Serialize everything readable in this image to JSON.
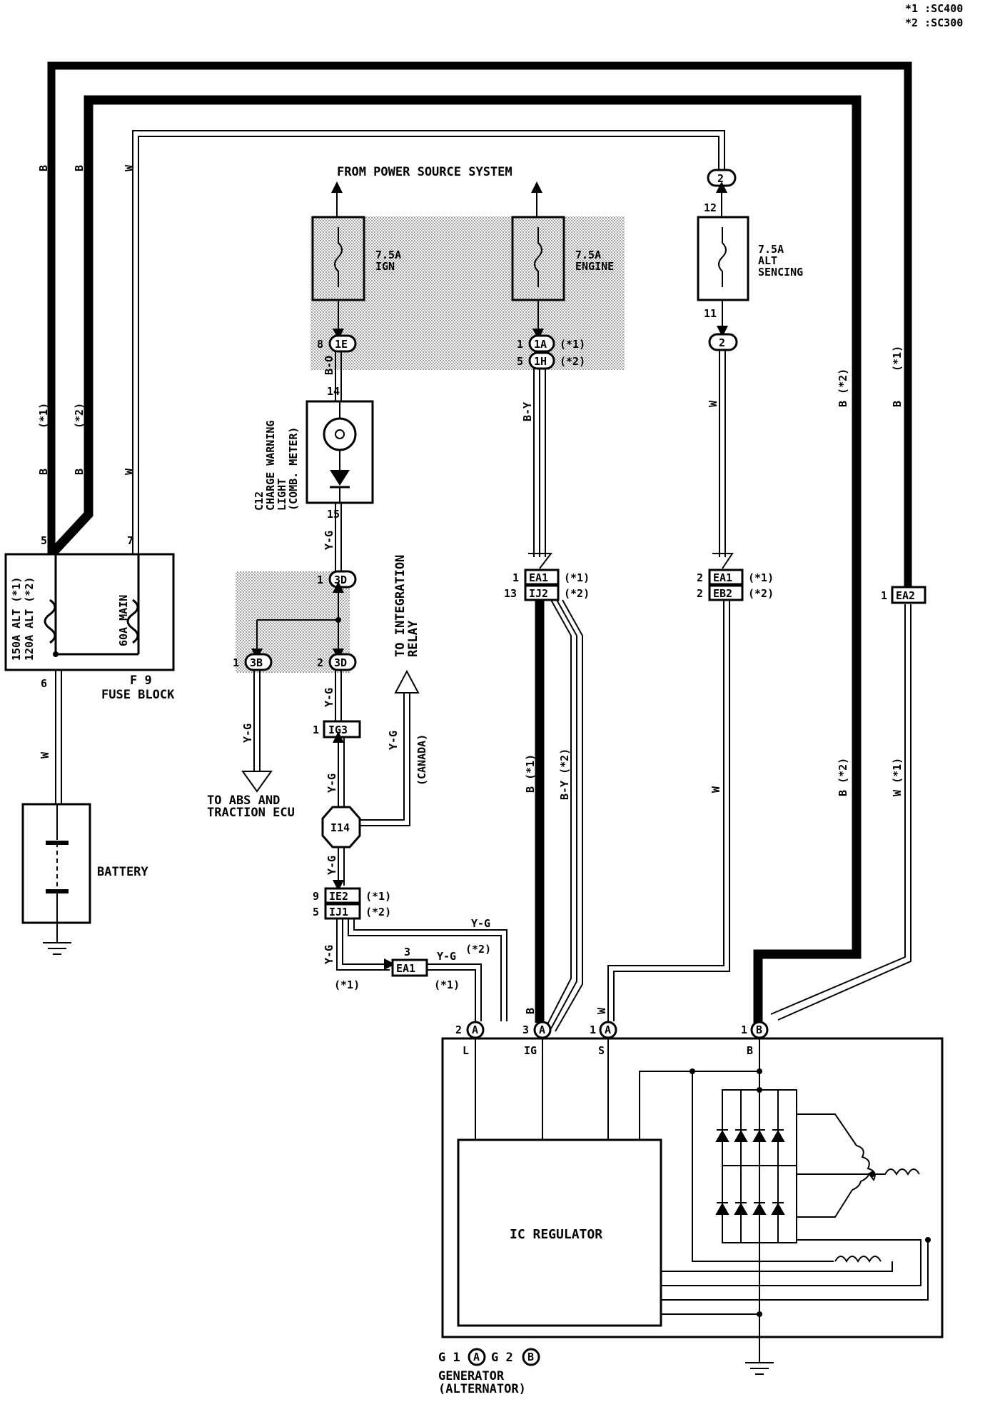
{
  "legend": {
    "n1": "*1 :SC400",
    "n2": "*2 :SC300"
  },
  "power_source": "FROM POWER SOURCE SYSTEM",
  "fuses": {
    "ign": {
      "rating": "7.5A",
      "name": "IGN"
    },
    "engine": {
      "rating": "7.5A",
      "name": "ENGINE"
    },
    "alt_sensing": {
      "rating": "7.5A",
      "name1": "ALT",
      "name2": "SENCING",
      "pin_in": "12",
      "pin_out": "11"
    }
  },
  "fuse_block": {
    "id": "F 9",
    "name": "FUSE BLOCK",
    "alt1": "150A ALT (*1)",
    "alt2": "120A ALT (*2)",
    "main": "60A MAIN",
    "pin5": "5",
    "pin7": "7",
    "pin6": "6"
  },
  "battery": "BATTERY",
  "meter": {
    "id": "C12",
    "line1": "CHARGE WARNING",
    "line2": "LIGHT",
    "line3": "(COMB. METER)",
    "pin14": "14",
    "pin15": "15"
  },
  "destinations": {
    "abs1": "TO ABS AND",
    "abs2": "TRACTION ECU",
    "relay1": "TO INTEGRATION",
    "relay2": "RELAY",
    "canada": "(CANADA)"
  },
  "generator": {
    "label1": "GENERATOR",
    "label2": "(ALTERNATOR)",
    "regulator": "IC REGULATOR",
    "code_a": "G 1",
    "code_b": "G 2"
  },
  "terminals": {
    "L": "L",
    "IG": "IG",
    "S": "S",
    "B": "B"
  },
  "connectors": {
    "c_1e": "1E",
    "c_1a": "1A",
    "c_1h": "1H",
    "c_3d": "3D",
    "c_3b": "3B",
    "c_ig3": "IG3",
    "c_i14": "I14",
    "c_ie2": "IE2",
    "c_ij1": "IJ1",
    "c_ea1": "EA1",
    "c_ij2": "IJ2",
    "c_eb2": "EB2",
    "c_ea2": "EA2",
    "c_2": "2",
    "c_a": "A",
    "c_b": "B"
  },
  "pins": {
    "p1": "1",
    "p2": "2",
    "p3": "3",
    "p5": "5",
    "p8": "8",
    "p9": "9",
    "p13": "13"
  },
  "notes": {
    "n1": "(*1)",
    "n2": "(*2)"
  },
  "wires": {
    "B": "B",
    "W": "W",
    "BO": "B-O",
    "BY": "B-Y",
    "YG": "Y-G",
    "B_n1": "B (*1)",
    "B_n2": "B (*2)",
    "BY_n2": "B-Y (*2)",
    "W_n1": "W (*1)"
  }
}
